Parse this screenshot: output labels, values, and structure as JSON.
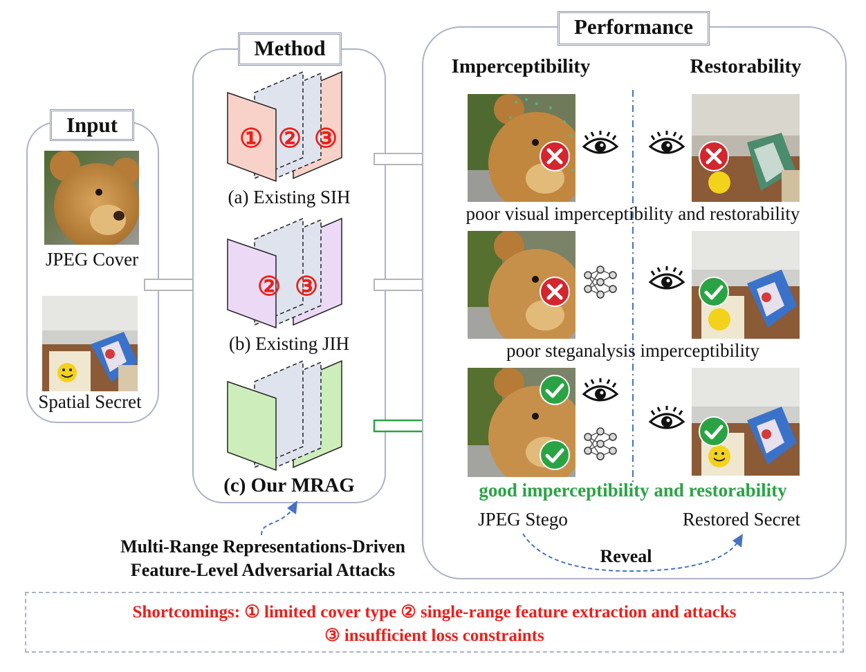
{
  "input": {
    "title": "Input",
    "cover_label": "JPEG Cover",
    "secret_label": "Spatial Secret"
  },
  "method": {
    "title": "Method",
    "sih_label": "(a) Existing SIH",
    "jih_label": "(b) Existing JIH",
    "ours_label": "(c) Our MRAG",
    "sih_markers": [
      "①",
      "②",
      "③"
    ],
    "jih_markers": [
      "②",
      "③"
    ]
  },
  "performance": {
    "title": "Performance",
    "col_left": "Imperceptibility",
    "col_right": "Restorability",
    "row1_caption": "poor visual imperceptibility and restorability",
    "row2_caption": "poor steganalysis imperceptibility",
    "row3_caption": "good imperceptibility and restorability",
    "stego_label": "JPEG Stego",
    "restored_label": "Restored Secret",
    "reveal_label": "Reveal"
  },
  "annotation": {
    "line1": "Multi-Range Representations-Driven",
    "line2": "Feature-Level Adversarial Attacks"
  },
  "shortcomings": {
    "line1": "Shortcomings: ① limited cover type ② single-range feature extraction and attacks",
    "line2": "③ insufficient loss constraints"
  },
  "colors": {
    "panel_border": "#a9b3c6",
    "red": "#e8201c",
    "green": "#2aa344",
    "blue_dash": "#4472c4",
    "sih_fill": "#f8d2c8",
    "jih_fill": "#ecd9f5",
    "mrag_fill": "#cdeebb"
  }
}
